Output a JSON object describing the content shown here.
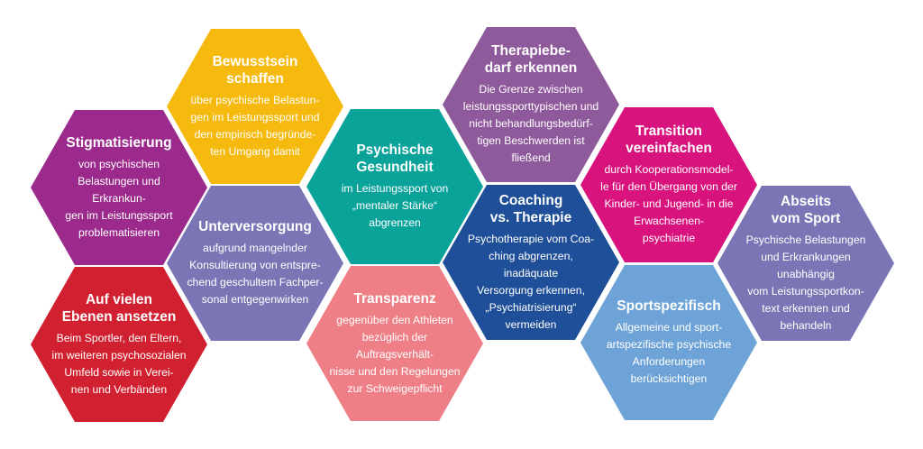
{
  "colors": {
    "purple": "#9b2a8c",
    "yellow": "#f6b90e",
    "lavender": "#7a76b5",
    "red": "#d1202f",
    "teal": "#0aa39a",
    "salmon": "#ef7f86",
    "mauve": "#8f5a9c",
    "navy": "#1f4f99",
    "magenta": "#d9137e",
    "sky": "#6da3d6"
  },
  "hexagons": {
    "stigmatisierung": {
      "title": "Stigmatisierung",
      "body": "von psychischen\nBelastungen und Erkrankun-\ngen im Leistungssport\nproblematisieren"
    },
    "bewusstsein": {
      "title": "Bewusstsein\nschaffen",
      "body": "über psychische Belastun-\ngen im Leistungssport und\nden empirisch begründe-\nten Umgang damit"
    },
    "unterversorgung": {
      "title": "Unterversorgung",
      "body": "aufgrund mangelnder\nKonsultierung von entspre-\nchend geschultem Fachper-\nsonal entgegenwirken"
    },
    "ebenen": {
      "title": "Auf vielen\nEbenen ansetzen",
      "body": "Beim Sportler, den Eltern,\nim weiteren psychosozialen\nUmfeld sowie in Verei-\nnen und Verbänden"
    },
    "psychische": {
      "title": "Psychische\nGesundheit",
      "body": "im Leistungssport von\n„mentaler Stärke“\nabgrenzen"
    },
    "transparenz": {
      "title": "Transparenz",
      "body": "gegenüber den Athleten\nbezüglich der Auftragsverhält-\nnisse und den Regelungen\nzur Schweigepflicht"
    },
    "therapiebedarf": {
      "title": "Therapiebe-\ndarf erkennen",
      "body": "Die Grenze zwischen\nleistungssporttypischen und\nnicht behandlungsbedürf-\ntigen Beschwerden ist\nfließend"
    },
    "coaching": {
      "title": "Coaching\nvs. Therapie",
      "body": "Psychotherapie vom Coa-\nching abgrenzen, inadäquate\nVersorgung erkennen,\n„Psychiatrisierung“\nvermeiden"
    },
    "transition": {
      "title": "Transition\nvereinfachen",
      "body": "durch Kooperationsmodel-\nle für den Übergang von der\nKinder- und Jugend- in die\nErwachsenen-\npsychiatrie"
    },
    "sportspezifisch": {
      "title": "Sportspezifisch",
      "body": "Allgemeine und sport-\nartspezifische psychische\nAnforderungen\nberücksichtigen"
    },
    "abseits": {
      "title": "Abseits\nvom Sport",
      "body": "Psychische Belastungen\nund Erkrankungen unabhängig\nvom Leistungssportkon-\ntext erkennen und\nbehandeln"
    }
  }
}
